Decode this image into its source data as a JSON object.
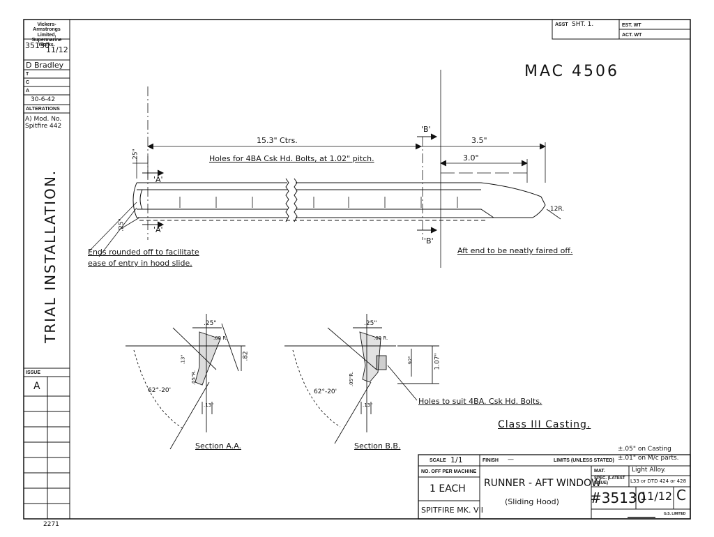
{
  "company": "Vickers-Armstrongs Limited, Supermarine Works.",
  "drawing_no": "35130",
  "sheet_fraction": "11/12",
  "drawn_by": "D Bradley",
  "side_rows": {
    "t": "T",
    "c": "C",
    "a": "A"
  },
  "date": "30-6-42",
  "alterations_heading": "ALTERATIONS",
  "alteration_1": "A) Mod. No. Spitfire 442",
  "vertical_title": "TRIAL INSTALLATION.",
  "issue_heading": "ISSUE",
  "issue_value": "A",
  "assy_label": "ASST",
  "assy_value": "SHT. 1.",
  "est_wt": "EST. WT",
  "act_wt": "ACT. WT",
  "mac_number": "MAC 4506",
  "dim_overall": "15.3\" Ctrs.",
  "dim_35": "3.5\"",
  "dim_30": "3.0\"",
  "dim_25_top": ".25\"",
  "dim_25_side": ".25\"",
  "dim_12r": ".12R.",
  "holes_note": "Holes for 4BA Csk Hd. Bolts, at 1.02\" pitch.",
  "sec_a_top": "'A'",
  "sec_a_bot": "'A'",
  "sec_b_top": "'B'",
  "sec_b_bot": "'B'",
  "ends_note_1": "Ends rounded off to facilitate",
  "ends_note_2": "ease of entry in hood slide.",
  "aft_note": "Aft end to be neatly faired off.",
  "section_aa": "Section A.A.",
  "section_bb": "Section B.B.",
  "sec_a_angle": "62°-20'",
  "sec_b_angle": "62°-20'",
  "sec_a_dims": [
    ".25\"",
    ".09 R.",
    ".13\"",
    ".82",
    ".13\"",
    ".05\"R."
  ],
  "sec_b_dims": [
    ".25\"",
    ".09 R.",
    ".92\"",
    "1.07\"",
    ".13\"",
    ".05\"R."
  ],
  "holes_suit": "Holes to suit 4BA. Csk Hd. Bolts.",
  "casting_class": "Class III Casting.",
  "scale_label": "SCALE",
  "scale_value": "1/1",
  "finish_label": "FINISH",
  "finish_value": "—",
  "limits_label": "LIMITS (UNLESS STATED)",
  "limits_value_1": "±.05\" on Casting",
  "limits_value_2": "±.01\" on M/c parts.",
  "no_off_label": "NO. OFF PER MACHINE",
  "no_off_value": "1 EACH",
  "machine": "SPITFIRE MK. VII",
  "title_1": "RUNNER - AFT WINDOW",
  "title_2": "(Sliding Hood)",
  "mat_label": "MAT.",
  "mat_value": "Light Alloy.",
  "spec_label": "SPEC. (LATEST ISSUE)",
  "spec_value": "L33 or DTD 424 or 428",
  "drawing_no_big": "#35130",
  "sheet_big": "11/12",
  "issue_big": "C",
  "bottom_ref": "2271",
  "print_ref": "G.S. LIMITED"
}
